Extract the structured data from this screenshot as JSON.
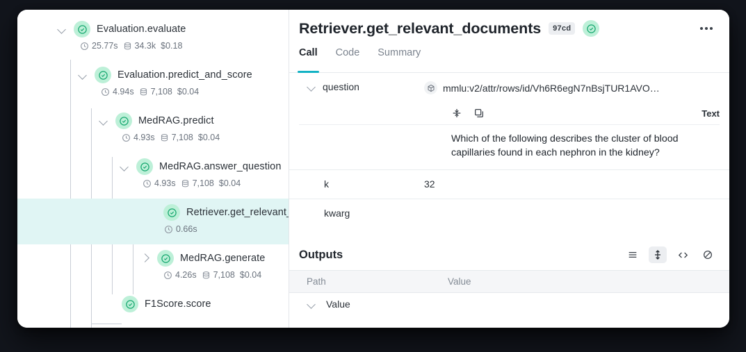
{
  "tree": {
    "nodes": [
      {
        "name": "Evaluation.evaluate",
        "duration": "25.77s",
        "tokens": "34.3k",
        "cost": "$0.18",
        "status": "success",
        "expander": "down"
      },
      {
        "name": "Evaluation.predict_and_score",
        "duration": "4.94s",
        "tokens": "7,108",
        "cost": "$0.04",
        "status": "success",
        "expander": "down"
      },
      {
        "name": "MedRAG.predict",
        "duration": "4.93s",
        "tokens": "7,108",
        "cost": "$0.04",
        "status": "success",
        "expander": "down"
      },
      {
        "name": "MedRAG.answer_question",
        "duration": "4.93s",
        "tokens": "7,108",
        "cost": "$0.04",
        "status": "success",
        "expander": "down"
      },
      {
        "name": "Retriever.get_relevant_d",
        "duration": "0.66s",
        "tokens": "",
        "cost": "",
        "status": "success",
        "expander": "none"
      },
      {
        "name": "MedRAG.generate",
        "duration": "4.26s",
        "tokens": "7,108",
        "cost": "$0.04",
        "status": "success",
        "expander": "right"
      },
      {
        "name": "F1Score.score",
        "duration": "",
        "tokens": "",
        "cost": "",
        "status": "success",
        "expander": "none"
      }
    ]
  },
  "detail": {
    "title": "Retriever.get_relevant_documents",
    "badge": "97cd",
    "status": "success",
    "more_menu": "more-options",
    "tabs": [
      {
        "label": "Call",
        "active": true
      },
      {
        "label": "Code",
        "active": false
      },
      {
        "label": "Summary",
        "active": false
      }
    ],
    "call_rows": [
      {
        "key": "question",
        "value": "mmlu:v2/attr/rows/id/Vh6R6egN7nBsjTUR1AVO…",
        "has_ref_icon": true,
        "expanded": true
      },
      {
        "key": "k",
        "value": "32",
        "has_ref_icon": false,
        "expanded": false
      },
      {
        "key": "kwarg",
        "value": "",
        "has_ref_icon": false,
        "expanded": false
      }
    ],
    "question_detail": {
      "format_label": "Text",
      "text": "Which of the following describes the cluster of blood capillaries found in each nephron in the kidney?",
      "icons": [
        "collapse-vertical-icon",
        "copy-icon"
      ]
    },
    "outputs": {
      "title": "Outputs",
      "view_icons": [
        {
          "name": "list-view-icon",
          "selected": false
        },
        {
          "name": "expand-vertical-icon",
          "selected": true
        },
        {
          "name": "code-view-icon",
          "selected": false
        },
        {
          "name": "hide-icon",
          "selected": false
        }
      ],
      "columns": [
        "Path",
        "Value"
      ],
      "rows": [
        {
          "path": "Value",
          "value": ""
        }
      ]
    }
  },
  "colors": {
    "accent_teal": "#13b2c4",
    "status_green": "#17a870",
    "status_bg": "#bdf0d8",
    "row_selected": "#e0f5f4",
    "border": "#e6e9ed"
  }
}
